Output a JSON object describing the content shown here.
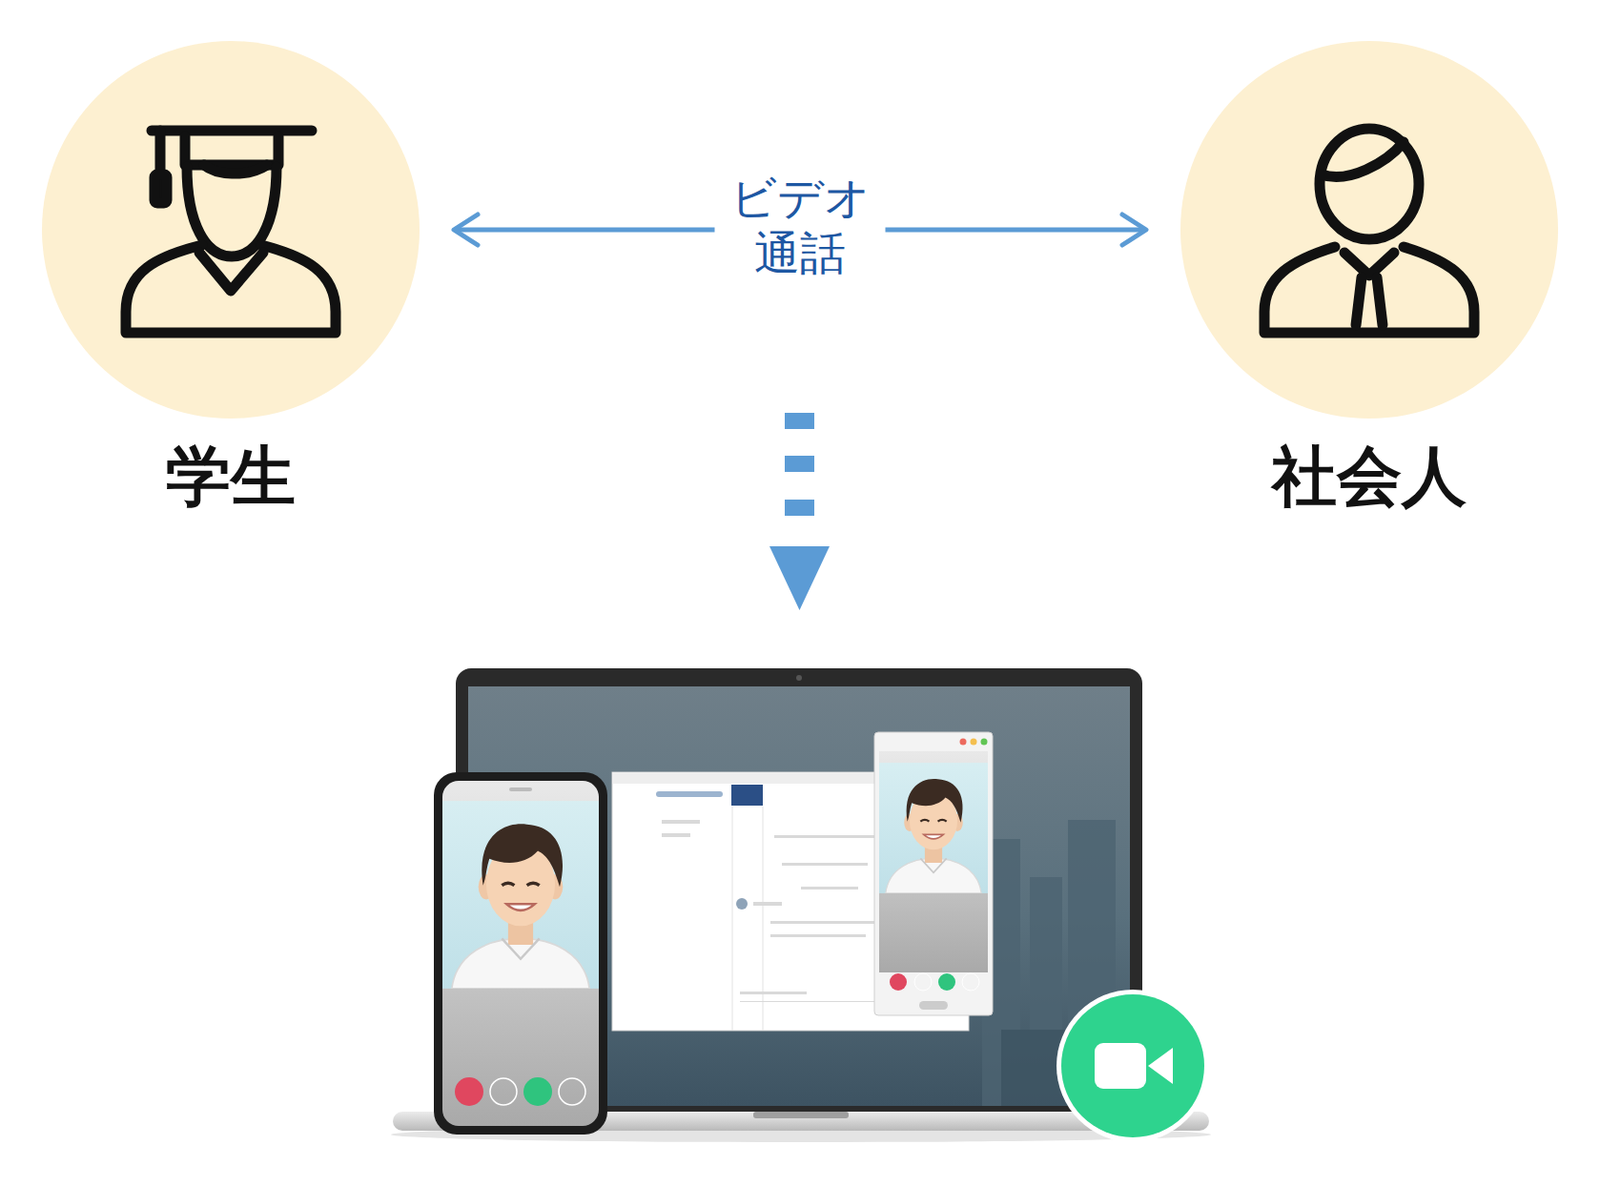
{
  "diagram": {
    "nodes": [
      {
        "text": [
          "学生"
        ]
      },
      {
        "text": [
          "社会人"
        ]
      }
    ],
    "edges": [
      {
        "from": 0,
        "to": 1,
        "arrow": "both",
        "label": "ビデオ 通話"
      }
    ]
  }
}
